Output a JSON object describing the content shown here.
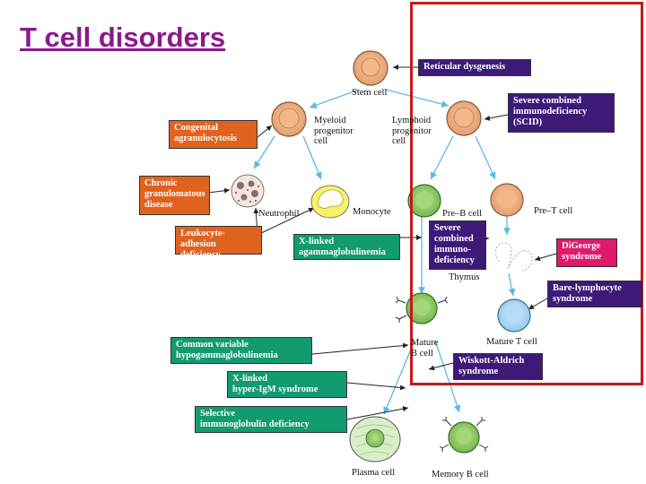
{
  "title": "T cell disorders",
  "cells": {
    "stem": "Stem cell",
    "myeloid": [
      "Myeloid",
      "progenitor",
      "cell"
    ],
    "lymphoid": [
      "Lymphoid",
      "progenitor",
      "cell"
    ],
    "neutrophil": "Neutrophil",
    "monocyte": "Monocyte",
    "pre_b": "Pre–B cell",
    "pre_t": "Pre–T cell",
    "thymus": "Thymus",
    "mature_b": [
      "Mature",
      "B cell"
    ],
    "mature_t": "Mature T cell",
    "plasma": "Plasma cell",
    "memory_b": "Memory B cell"
  },
  "disorders": {
    "reticular": "Reticular dysgenesis",
    "scid_top": [
      "Severe combined",
      "immunodeficiency",
      "(SCID)"
    ],
    "congenital": [
      "Congenital",
      "agranulocytosis"
    ],
    "chronic": [
      "Chronic",
      "granulomatous",
      "disease"
    ],
    "leukocyte": [
      "Leukocyte-adhesion",
      "deficiency"
    ],
    "xla": [
      "X-linked",
      "agammaglobulinemia"
    ],
    "scid_mid": [
      "Severe",
      "combined",
      "immuno-",
      "deficiency"
    ],
    "digeorge": [
      "DiGeorge",
      "syndrome"
    ],
    "bare": [
      "Bare-lymphocyte",
      "syndrome"
    ],
    "cvid": [
      "Common variable",
      "hypogammaglobulinemia"
    ],
    "wiskott": [
      "Wiskott-Aldrich",
      "syndrome"
    ],
    "hyper_igm": [
      "X-linked",
      "hyper-IgM syndrome"
    ],
    "selective": [
      "Selective",
      "immunoglobulin deficiency"
    ]
  },
  "colors": {
    "title": "#8b1a8b",
    "purple_box": "#3d1a78",
    "orange_box": "#e0621f",
    "green_box": "#129a70",
    "pink_box": "#e0196b",
    "frame": "#c61a1a",
    "arrow": "#5bb8e8"
  }
}
